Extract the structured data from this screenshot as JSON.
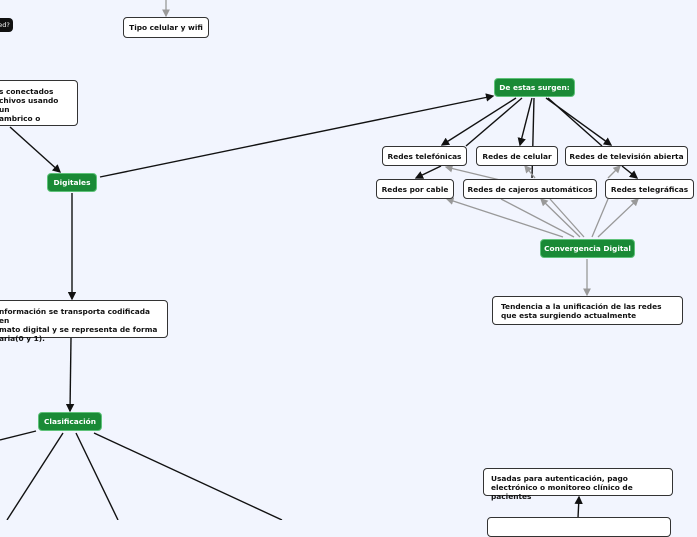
{
  "nodes": {
    "question_tag": "ed?",
    "tipo_celular": "Tipo celular y wifi",
    "left_desc": [
      "s conectados",
      "chivos usando un",
      "ambrico o"
    ],
    "digitales": "Digitales",
    "info_desc": [
      "nformación se transporta codificada en",
      "mato digital y se representa de forma",
      "aria(0 y 1)."
    ],
    "clasificacion": "Clasificación",
    "de_estas_surgen": "De estas surgen:",
    "redes_telefonicas": "Redes telefónicas",
    "redes_celular": "Redes de celular",
    "redes_television": "Redes de televisión abierta",
    "redes_cable": "Redes por cable",
    "redes_cajeros": "Redes de cajeros automáticos",
    "redes_telegraficas": "Redes telegráficas",
    "convergencia": "Convergencia Digital",
    "tendencia": "Tendencia a la unificación de las redes que esta surgiendo actualmente",
    "usadas": "Usadas para autenticación, pago electrónico o monitoreo clínico de pacientes"
  },
  "colors": {
    "main_topic": "#1a8a36",
    "background": "#f2f5fe",
    "link": "#111111",
    "relation": "#999999"
  }
}
